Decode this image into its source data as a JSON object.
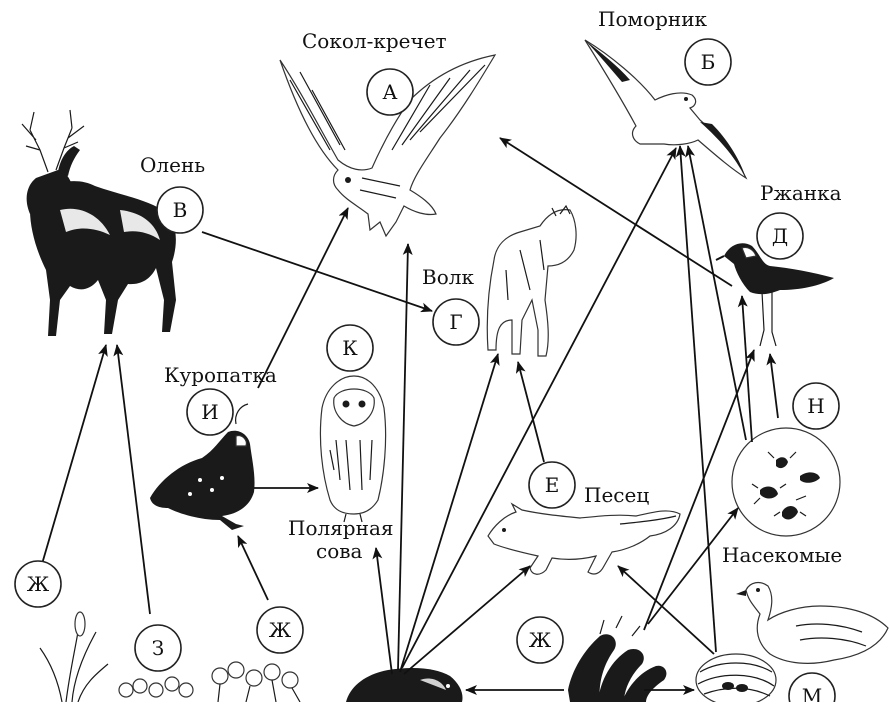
{
  "animals": {
    "falcon": {
      "name": "Сокол-кречет",
      "letter": "А"
    },
    "skua": {
      "name": "Поморник",
      "letter": "Б"
    },
    "deer": {
      "name": "Олень",
      "letter": "В"
    },
    "wolf": {
      "name": "Волк",
      "letter": "Г"
    },
    "plover": {
      "name": "Ржанка",
      "letter": "Д"
    },
    "partridge": {
      "name": "Куропатка",
      "letter": "И"
    },
    "owl": {
      "name_line1": "Полярная",
      "name_line2": "сова",
      "letter": "К"
    },
    "fox": {
      "name": "Песец",
      "letter": "Е"
    },
    "insects": {
      "name": "Насекомые",
      "letter": "Н"
    },
    "grass_left": {
      "letter": "Ж"
    },
    "flowers_left": {
      "letter": "З"
    },
    "flowers_mid": {
      "letter": "Ж"
    },
    "plants_right": {
      "letter": "Ж"
    },
    "nest": {
      "letter": "М"
    }
  },
  "icons": [
    "deer-icon",
    "falcon-icon",
    "skua-icon",
    "wolf-icon",
    "plover-icon",
    "partridge-icon",
    "owl-icon",
    "fox-icon",
    "insects-icon",
    "goose-icon",
    "lemming-icon",
    "nest-icon",
    "grass-icon",
    "flowers-icon",
    "fern-icon"
  ]
}
